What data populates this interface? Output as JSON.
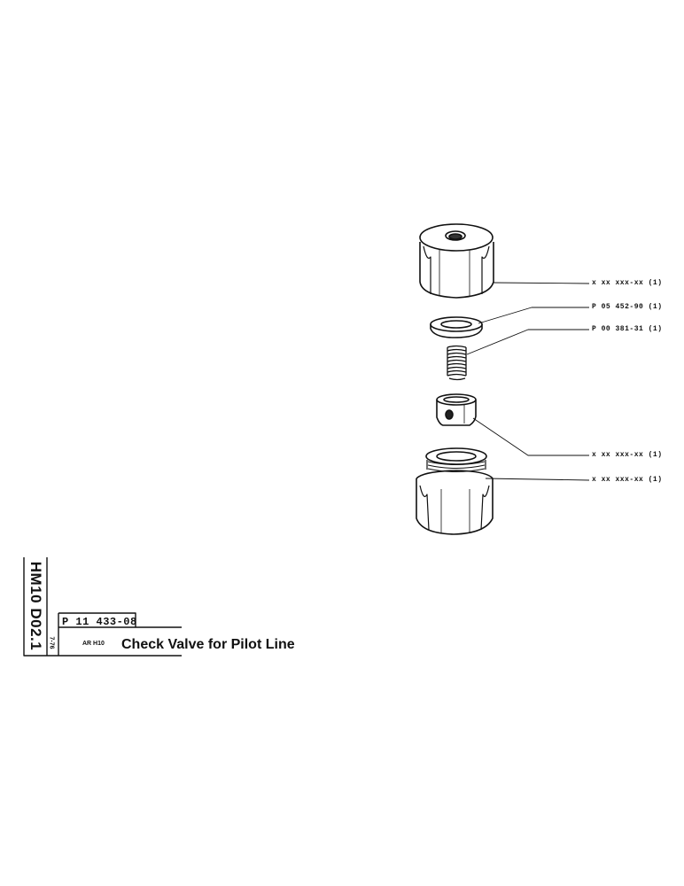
{
  "title_block": {
    "vertical_code": "HM10 D02.1",
    "date_code": "7-76",
    "doc_number": "P 11 433-08",
    "model_code": "AR H10",
    "title": "Check Valve for Pilot Line"
  },
  "parts": [
    {
      "name": "nut",
      "label": "x xx xxx-xx (1)"
    },
    {
      "name": "washer",
      "label": "P 05 452-90 (1)"
    },
    {
      "name": "spring",
      "label": "P 00 381-31 (1)"
    },
    {
      "name": "valve-body",
      "label": "x xx xxx-xx (1)"
    },
    {
      "name": "fitting",
      "label": "x xx xxx-xx (1)"
    }
  ]
}
